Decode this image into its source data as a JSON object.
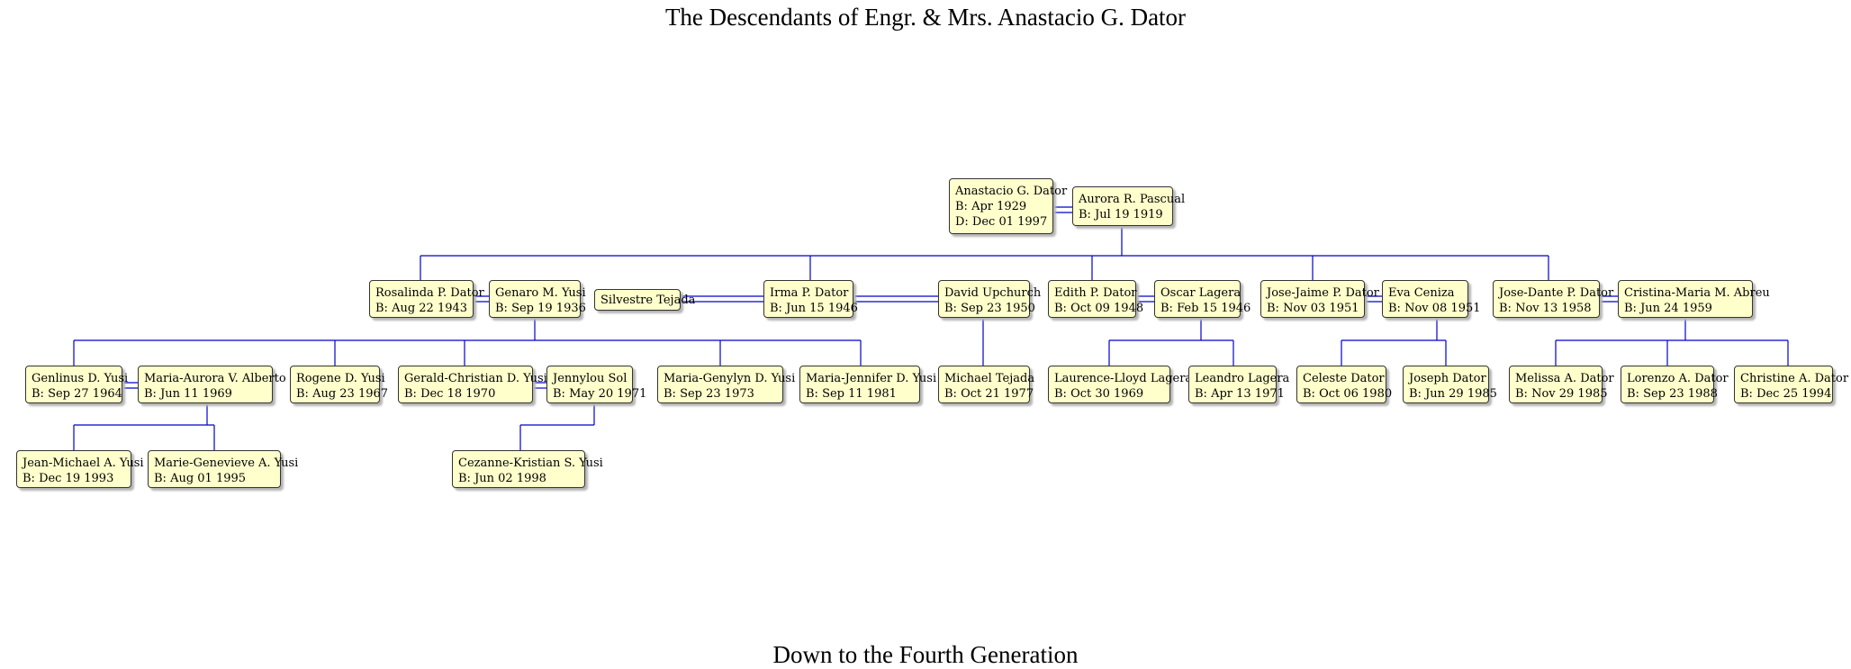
{
  "title": "The Descendants of Engr. & Mrs. Anastacio G. Dator",
  "subtitle": "Down to the Fourth Generation",
  "colors": {
    "line": "#0000cc",
    "box_fill": "#ffffcc",
    "box_border": "#333333"
  },
  "people": {
    "anastacio": {
      "name": "Anastacio G. Dator",
      "born": "B: Apr 1929",
      "died": "D: Dec 01 1997"
    },
    "aurora_p": {
      "name": "Aurora R. Pascual",
      "born": "B: Jul 19 1919"
    },
    "rosalinda": {
      "name": "Rosalinda P. Dator",
      "born": "B: Aug 22 1943"
    },
    "genaro": {
      "name": "Genaro M. Yusi",
      "born": "B: Sep 19 1936"
    },
    "silvestre": {
      "name": "Silvestre Tejada"
    },
    "irma": {
      "name": "Irma P. Dator",
      "born": "B: Jun 15 1946"
    },
    "david": {
      "name": "David Upchurch",
      "born": "B: Sep 23 1950"
    },
    "edith": {
      "name": "Edith P. Dator",
      "born": "B: Oct 09 1948"
    },
    "oscar": {
      "name": "Oscar Lagera",
      "born": "B: Feb 15 1946"
    },
    "josejaime": {
      "name": "Jose-Jaime P. Dator",
      "born": "B: Nov 03 1951"
    },
    "eva": {
      "name": "Eva Ceniza",
      "born": "B: Nov 08 1951"
    },
    "josedante": {
      "name": "Jose-Dante P. Dator",
      "born": "B: Nov 13 1958"
    },
    "cristina": {
      "name": "Cristina-Maria M. Abreu",
      "born": "B: Jun 24 1959"
    },
    "genlinus": {
      "name": "Genlinus D. Yusi",
      "born": "B: Sep 27 1964"
    },
    "mariaaurora": {
      "name": "Maria-Aurora V. Alberto",
      "born": "B: Jun 11 1969"
    },
    "rogene": {
      "name": "Rogene D. Yusi",
      "born": "B: Aug 23 1967"
    },
    "geraldchristian": {
      "name": "Gerald-Christian D. Yusi",
      "born": "B: Dec 18 1970"
    },
    "jennylou": {
      "name": "Jennylou Sol",
      "born": "B: May 20 1971"
    },
    "mariagenylyn": {
      "name": "Maria-Genylyn D. Yusi",
      "born": "B: Sep 23 1973"
    },
    "mariajennifer": {
      "name": "Maria-Jennifer D. Yusi",
      "born": "B: Sep 11 1981"
    },
    "michael": {
      "name": "Michael Tejada",
      "born": "B: Oct 21 1977"
    },
    "laurence": {
      "name": "Laurence-Lloyd Lagera",
      "born": "B: Oct 30 1969"
    },
    "leandro": {
      "name": "Leandro Lagera",
      "born": "B: Apr 13 1971"
    },
    "celeste": {
      "name": "Celeste Dator",
      "born": "B: Oct 06 1980"
    },
    "joseph": {
      "name": "Joseph Dator",
      "born": "B: Jun 29 1985"
    },
    "melissa": {
      "name": "Melissa A. Dator",
      "born": "B: Nov 29 1985"
    },
    "lorenzo": {
      "name": "Lorenzo A. Dator",
      "born": "B: Sep 23 1988"
    },
    "christine": {
      "name": "Christine A. Dator",
      "born": "B: Dec 25 1994"
    },
    "jeanmichael": {
      "name": "Jean-Michael A. Yusi",
      "born": "B: Dec 19 1993"
    },
    "mariegenevieve": {
      "name": "Marie-Genevieve A. Yusi",
      "born": "B: Aug 01 1995"
    },
    "cezanne": {
      "name": "Cezanne-Kristian S. Yusi",
      "born": "B: Jun 02 1998"
    }
  }
}
